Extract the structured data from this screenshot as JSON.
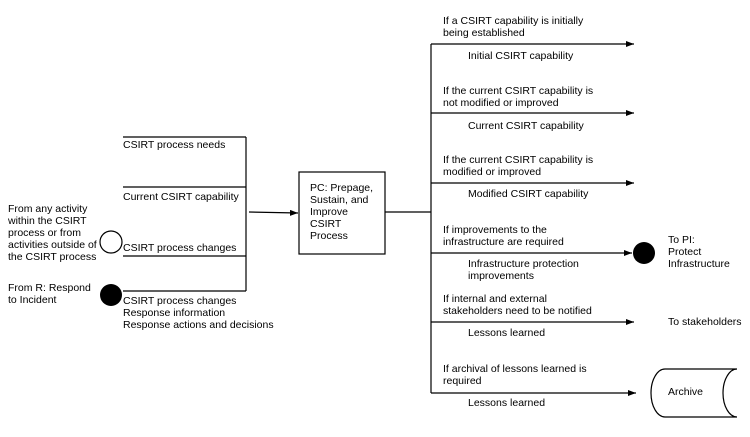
{
  "inputs": {
    "process_needs": "CSIRT process needs",
    "current_capability": "Current CSIRT capability",
    "process_changes": "CSIRT process changes",
    "from_respond_items": "CSIRT process changes\nResponse information\nResponse actions and decisions"
  },
  "sources": {
    "any_activity": "From any activity\nwithin the CSIRT\nprocess or from\nactivities outside of\nthe CSIRT process",
    "respond": "From R: Respond\nto Incident"
  },
  "process_box": {
    "label": "PC: Prepage,\nSustain, and\nImprove\nCSIRT\nProcess"
  },
  "outputs": [
    {
      "condition": "If a CSIRT capability is initially\nbeing established",
      "label": "Initial CSIRT capability"
    },
    {
      "condition": "If the current CSIRT capability is\nnot modified or improved",
      "label": "Current CSIRT capability"
    },
    {
      "condition": "If the current CSIRT capability is\nmodified or improved",
      "label": "Modified CSIRT capability"
    },
    {
      "condition": "If improvements to the\ninfrastructure are required",
      "label": "Infrastructure protection\nimprovements",
      "destination": "To PI:\nProtect\nInfrastructure"
    },
    {
      "condition": "If internal and external\nstakeholders need to be notified",
      "label": "Lessons learned",
      "destination": "To stakeholders"
    },
    {
      "condition": "If archival of lessons learned is\nrequired",
      "label": "Lessons learned",
      "destination": "Archive"
    }
  ]
}
